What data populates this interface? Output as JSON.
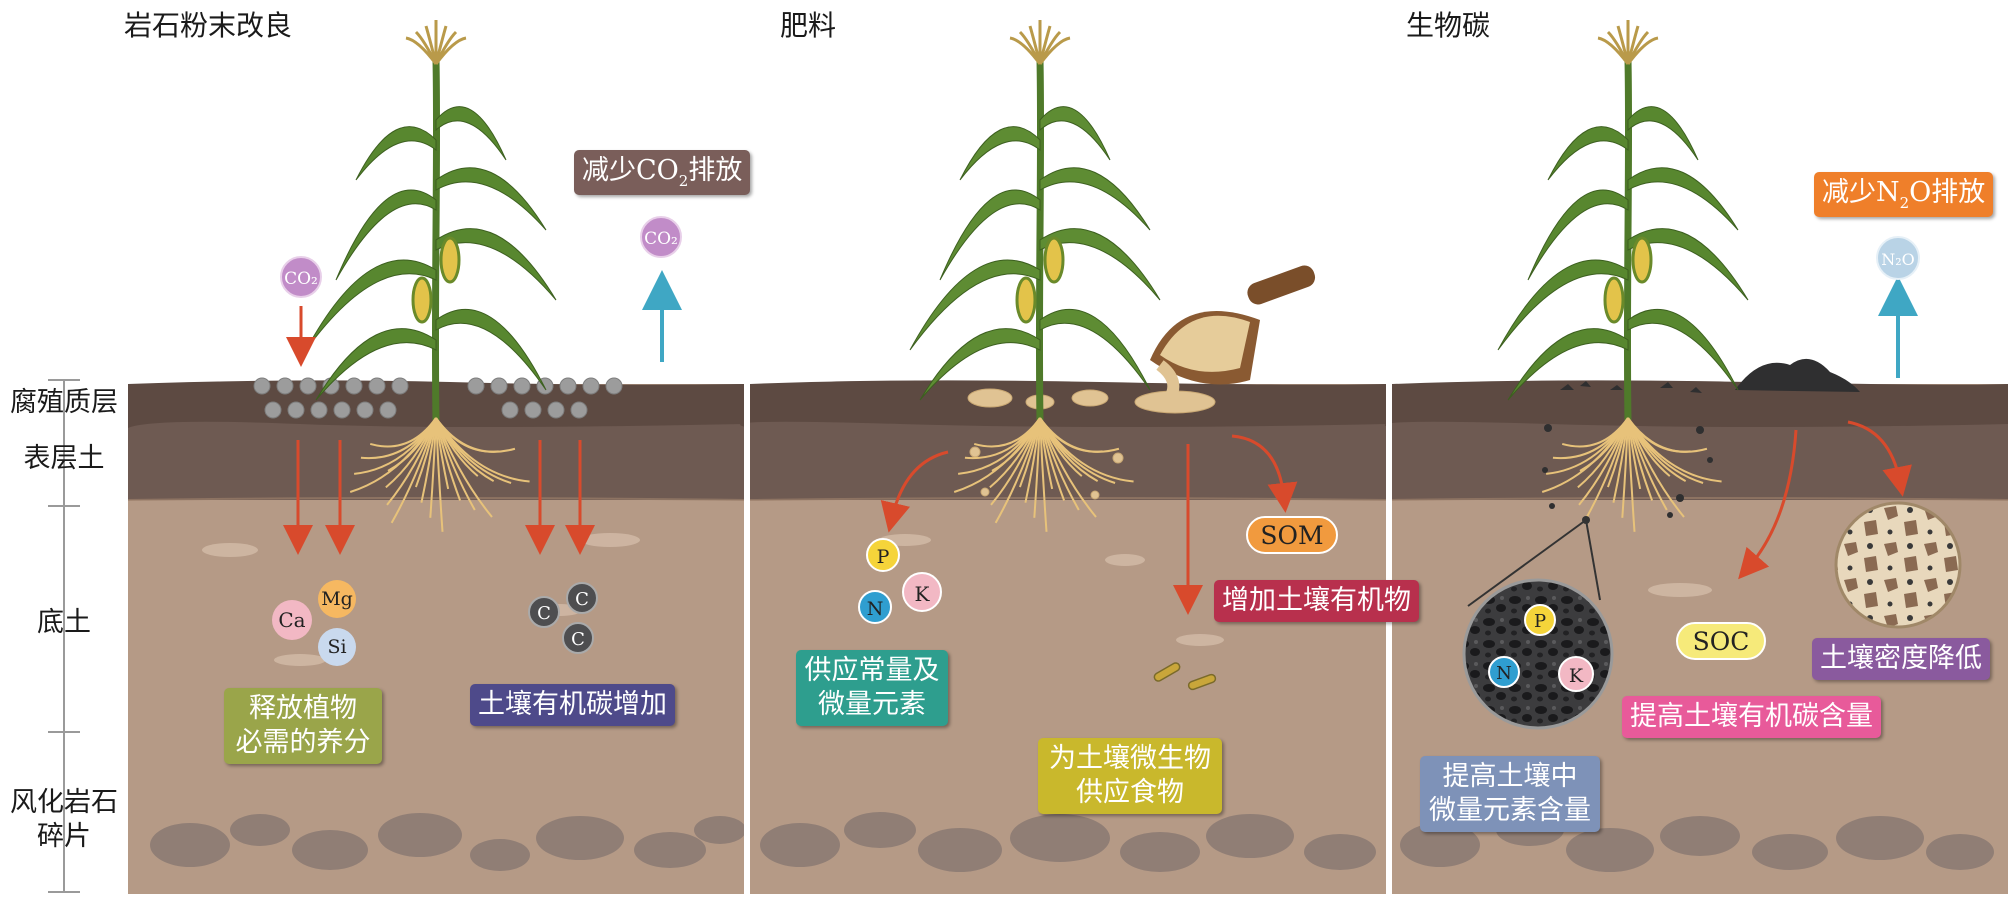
{
  "panels": [
    {
      "title": "岩石粉末改良"
    },
    {
      "title": "肥料"
    },
    {
      "title": "生物碳"
    }
  ],
  "layer_labels": [
    "腐殖质层",
    "表层土",
    "底土",
    "风化岩石碎片"
  ],
  "panel1": {
    "co2_in": "CO₂",
    "co2_out": "CO₂",
    "reduce_label_pre": "减少CO",
    "reduce_label_sub": "2",
    "reduce_label_post": "排放",
    "nutrients": [
      "Ca",
      "Mg",
      "Si"
    ],
    "carbon": [
      "C",
      "C",
      "C"
    ],
    "nutrient_box": "释放植物必需的养分",
    "nutrient_box_lines": [
      "释放植物",
      "必需的养分"
    ],
    "carbon_box": "土壤有机碳增加"
  },
  "panel2": {
    "nutrients": [
      "P",
      "N",
      "K"
    ],
    "supply_box_lines": [
      "供应常量及",
      "微量元素"
    ],
    "som": "SOM",
    "organic_box": "增加土壤有机物",
    "microbe_box_lines": [
      "为土壤微生物",
      "供应食物"
    ]
  },
  "panel3": {
    "n2o": "N₂O",
    "reduce_label_pre": "减少N",
    "reduce_label_sub": "2",
    "reduce_label_post": "O排放",
    "nutrients": [
      "P",
      "N",
      "K"
    ],
    "soc": "SOC",
    "density_box": "土壤密度降低",
    "soc_box": "提高土壤有机碳含量",
    "trace_box_lines": [
      "提高土壤中",
      "微量元素含量"
    ]
  },
  "colors": {
    "sky": "#ffffff",
    "humus": "#5d4a42",
    "topsoil": "#6e5a52",
    "subsoil": "#b59a86",
    "rock": "#8c7b74",
    "arrow_red": "#d84a2c",
    "arrow_blue": "#3fa7c4",
    "box_olive": "#9aa54a",
    "box_navy": "#4e4a8a",
    "box_teal": "#2e9e8e",
    "box_crimson": "#b8304d",
    "box_mustard": "#c9b82c",
    "box_pink": "#e85a9a",
    "box_violet": "#8a5a9e",
    "box_slate": "#7e92b8",
    "box_brown": "#7a5e5a",
    "box_orange": "#ef7f2a"
  }
}
